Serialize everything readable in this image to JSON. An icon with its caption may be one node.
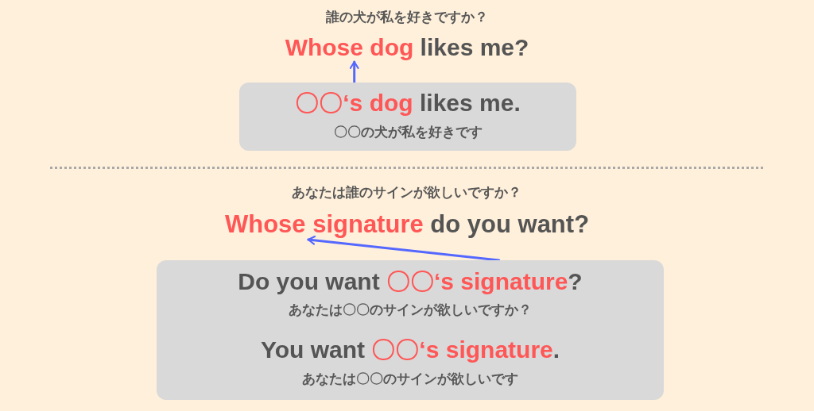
{
  "diagram": {
    "nodes": [
      {
        "text": [
          "誰の犬が私を好きですか？",
          "**Whose dog** likes me?"
        ]
      },
      {
        "text": [
          "**〇〇‘s dog** likes me.",
          "〇〇の犬が私を好きです"
        ]
      },
      {
        "text": [
          "あなたは誰のサインが欲しいですか？",
          "**Whose signature** do you want?"
        ]
      },
      {
        "text": [
          "Do you want **〇〇‘s signature**?",
          "あなたは〇〇のサインが欲しいですか？",
          "You want **〇〇‘s signature**.",
          "あなたは〇〇のサインが欲しいです"
        ]
      }
    ],
    "edges": [
      {
        "from": 1,
        "to": 0,
        "arrow": "to"
      },
      {
        "from": 3,
        "to": 2,
        "arrow": "to"
      }
    ]
  }
}
